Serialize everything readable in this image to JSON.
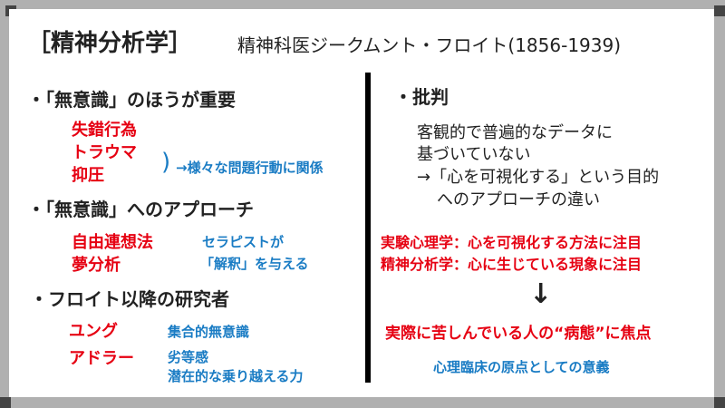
{
  "title": "［精神分析学］",
  "subtitle": "精神科医ジークムント・フロイト(1856-1939)",
  "left": {
    "section1": {
      "heading": "・「無意識」のほうが重要",
      "items": [
        "失錯行為",
        "トラウマ",
        "抑圧"
      ],
      "brace": ")",
      "note": "→様々な問題行動に関係"
    },
    "section2": {
      "heading": "・「無意識」へのアプローチ",
      "items": [
        "自由連想法",
        "夢分析"
      ],
      "note": [
        "セラピストが",
        "「解釈」を与える"
      ]
    },
    "section3": {
      "heading": "・フロイト以降の研究者",
      "researchers": [
        {
          "name": "ユング",
          "notes": [
            "集合的無意識"
          ]
        },
        {
          "name": "アドラー",
          "notes": [
            "劣等感",
            "潜在的な乗り越える力"
          ]
        }
      ]
    }
  },
  "right": {
    "heading": "・批判",
    "lines": [
      "客観的で普遍的なデータに",
      "基づいていない",
      "→「心を可視化する」という目的",
      "へのアプローチの違い"
    ],
    "comparison": [
      "実験心理学：心を可視化する方法に注目",
      "精神分析学：心に生じている現象に注目"
    ],
    "arrow": "↓",
    "conclusion": "実際に苦しんでいる人の“病態”に焦点",
    "significance": "心理臨床の原点としての意義"
  },
  "colors": {
    "red": "#e60012",
    "blue": "#1a7cc4",
    "text": "#222222",
    "background": "#b0b0b0"
  }
}
